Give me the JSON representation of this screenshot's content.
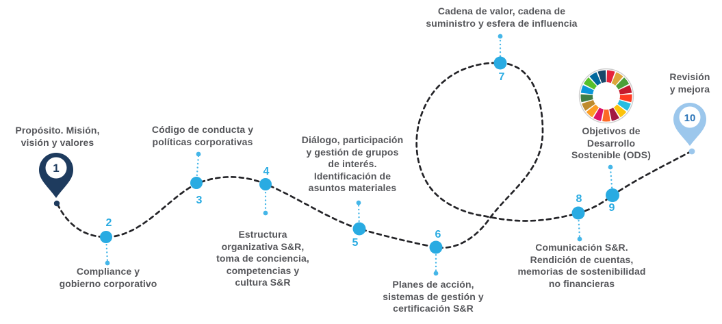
{
  "steps": [
    {
      "number": "1",
      "label": "Propósito. Misión,\nvisión y valores",
      "marker": "navy-pin"
    },
    {
      "number": "2",
      "label": "Compliance y\ngobierno corporativo",
      "marker": "dot"
    },
    {
      "number": "3",
      "label": "Código de conducta y\npolíticas corporativas",
      "marker": "dot"
    },
    {
      "number": "4",
      "label": "Estructura\norganizativa S&R,\ntoma de conciencia,\ncompetencias y\ncultura S&R",
      "marker": "dot"
    },
    {
      "number": "5",
      "label": "Diálogo, participación\ny gestión de grupos\nde interés.\nIdentificación de\nasuntos materiales",
      "marker": "dot"
    },
    {
      "number": "6",
      "label": "Planes de acción,\nsistemas de gestión y\ncertificación S&R",
      "marker": "dot"
    },
    {
      "number": "7",
      "label": "Cadena de valor, cadena de\nsuministro y esfera de influencia",
      "marker": "dot"
    },
    {
      "number": "8",
      "label": "Comunicación S&R.\nRendición de cuentas,\nmemorias de sostenibilidad\nno financieras",
      "marker": "dot"
    },
    {
      "number": "9",
      "label": "Objetivos de\nDesarrollo\nSostenible (ODS)",
      "marker": "dot-with-sdg-wheel"
    },
    {
      "number": "10",
      "label": "Revisión\ny mejora",
      "marker": "light-blue-pin"
    }
  ],
  "colors": {
    "accent_blue": "#29abe2",
    "leader_blue": "#45b6e8",
    "pin_navy": "#1e3b5e",
    "pin_light_blue": "#9cc7ec",
    "pin10_number_blue": "#2e76b8",
    "label_gray": "#55565a",
    "route_black": "#242428"
  },
  "sdg_wheel": {
    "icon": "sdg-wheel-icon",
    "colors": [
      "#E5243B",
      "#DDA63A",
      "#4C9F38",
      "#C5192D",
      "#FF3A21",
      "#26BDE2",
      "#FCC30B",
      "#A21942",
      "#FD6925",
      "#DD1367",
      "#FD9D24",
      "#BF8B2E",
      "#3F7E44",
      "#0A97D9",
      "#56C02B",
      "#00689D",
      "#19486A"
    ]
  }
}
